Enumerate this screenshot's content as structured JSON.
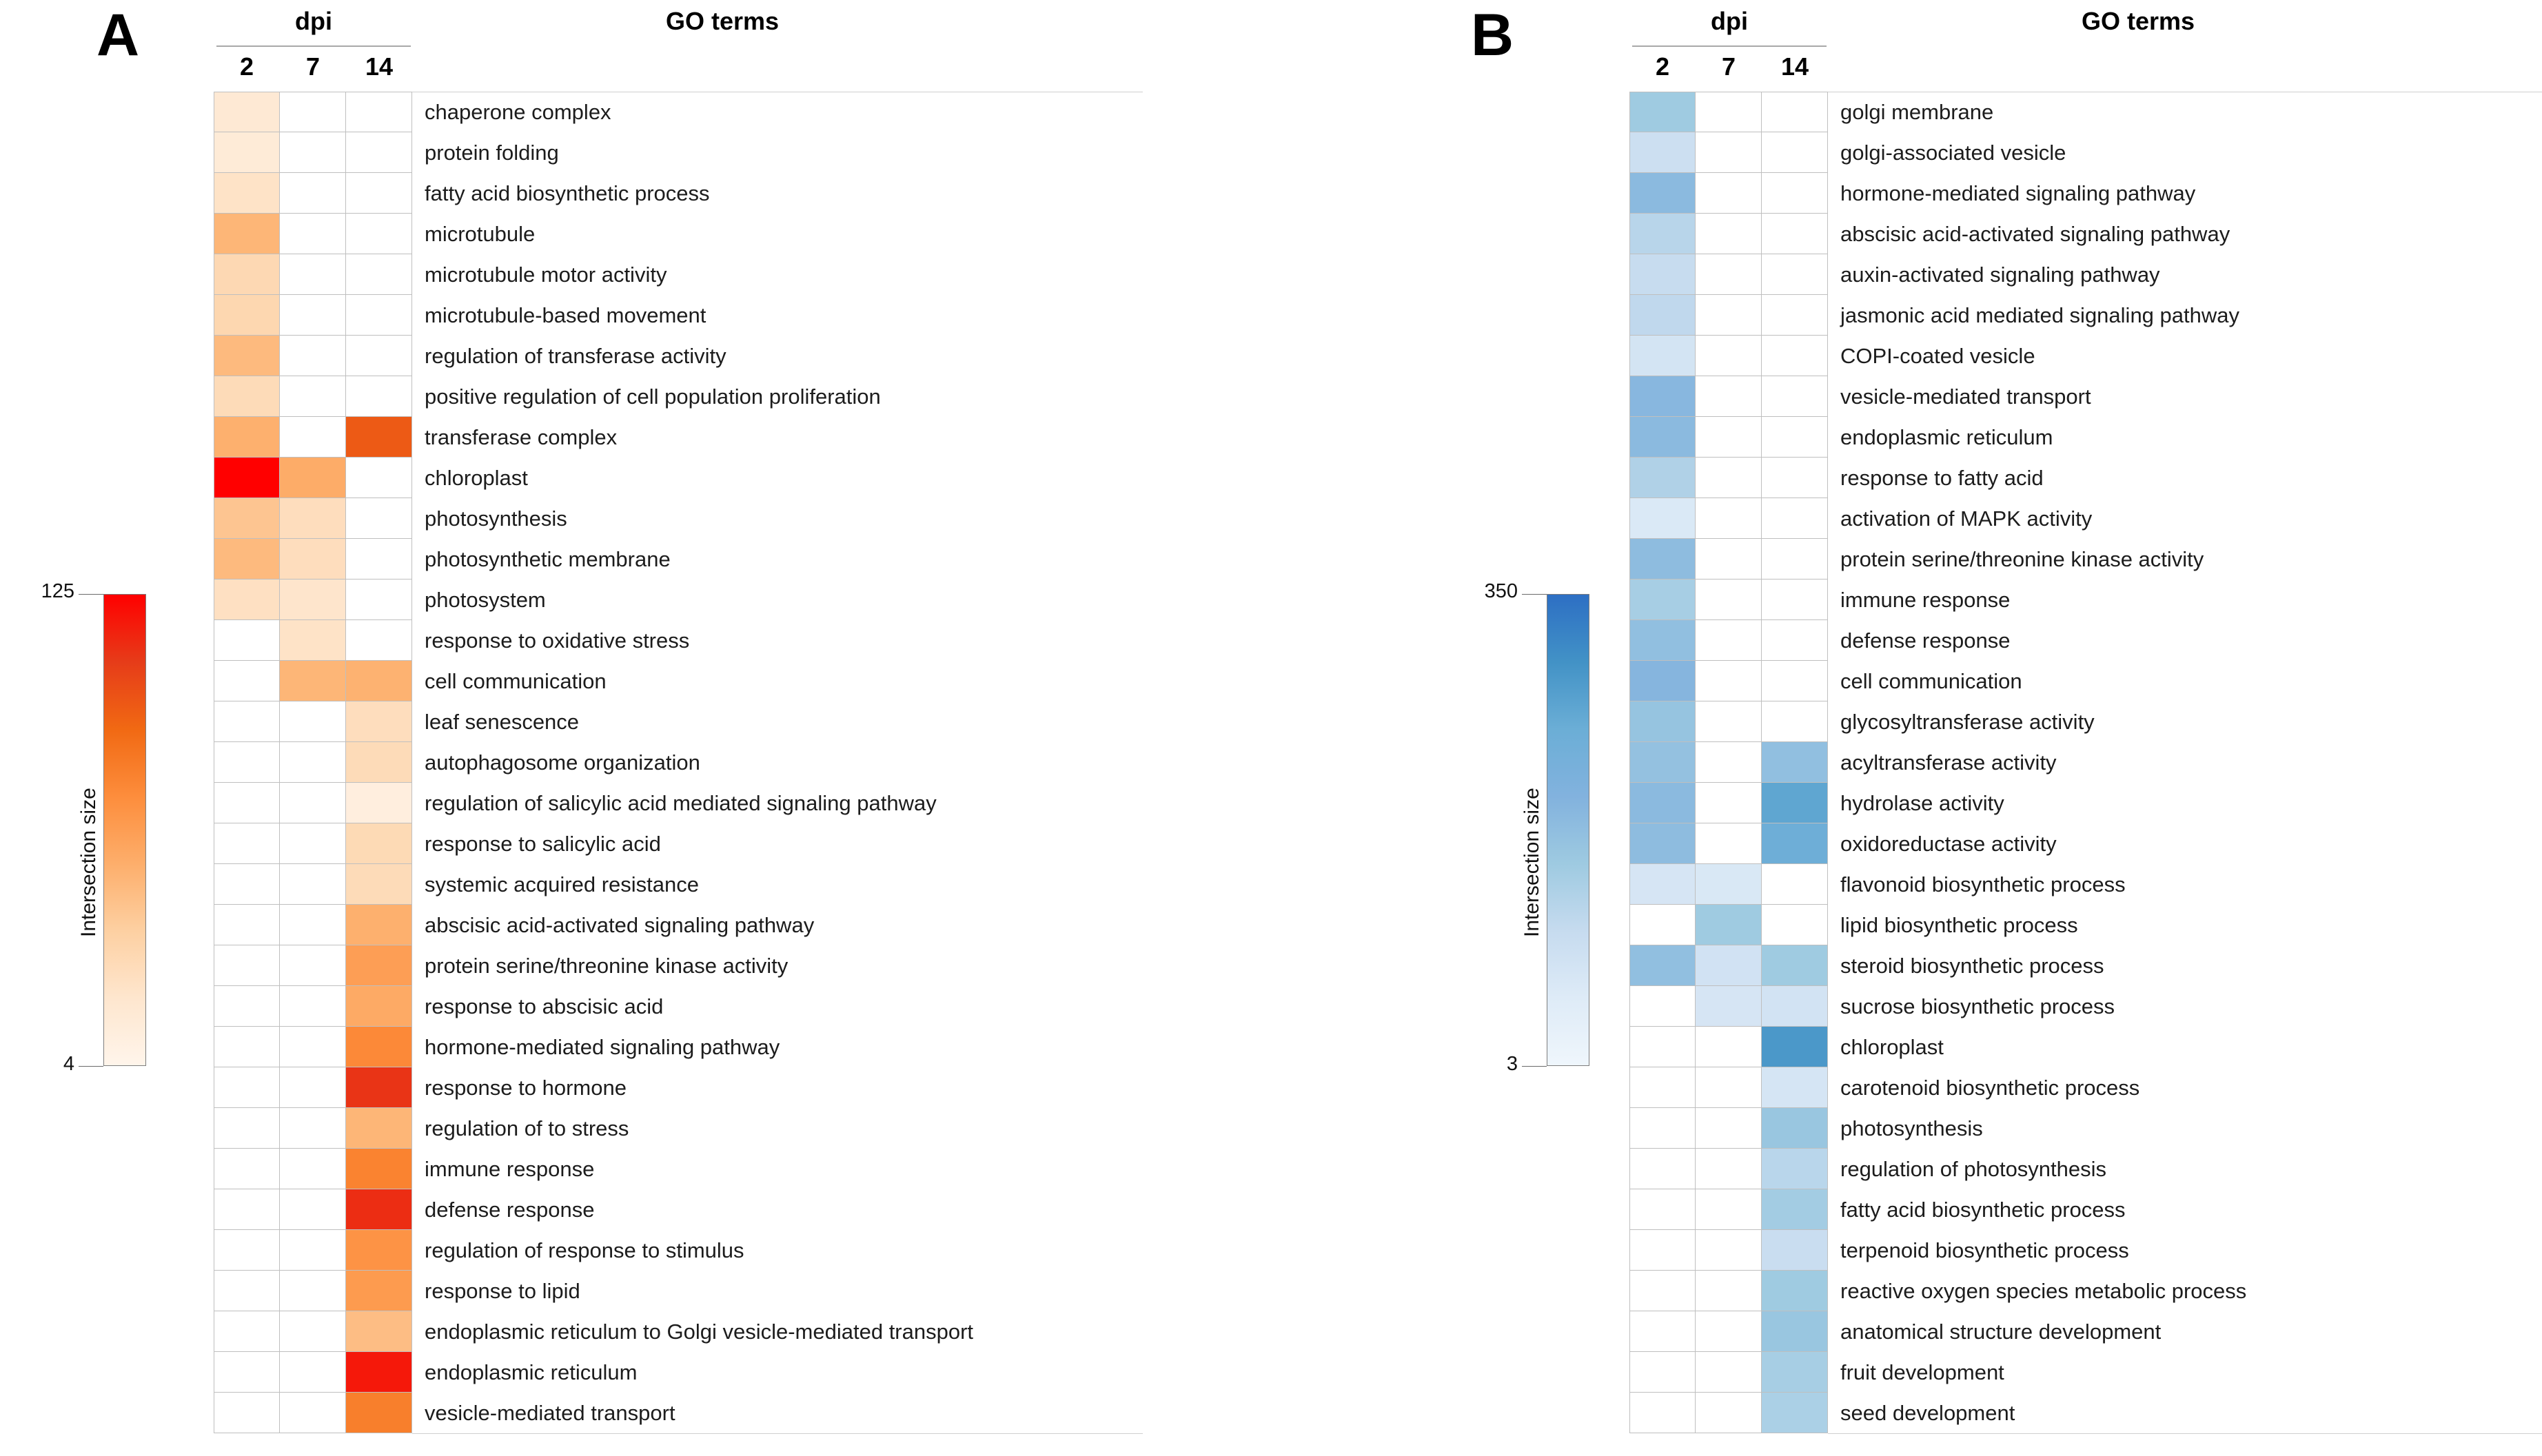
{
  "figure": {
    "panels": [
      {
        "letter": "A",
        "header": {
          "group_label": "dpi",
          "columns": [
            "2",
            "7",
            "14"
          ],
          "terms_label": "GO terms"
        },
        "legend": {
          "title": "Intersection size",
          "max": "125",
          "min": "4",
          "color_high": "#ff0000",
          "color_low": "#fff5eb"
        }
      },
      {
        "letter": "B",
        "header": {
          "group_label": "dpi",
          "columns": [
            "2",
            "7",
            "14"
          ],
          "terms_label": "GO terms"
        },
        "legend": {
          "title": "Intersection size",
          "max": "350",
          "min": "3",
          "color_high": "#2d6fc4",
          "color_low": "#eff6fc"
        }
      }
    ]
  },
  "chart_data": [
    {
      "type": "heatmap",
      "title": "A",
      "xlabel": "dpi",
      "ylabel": "GO terms",
      "categories": [
        "2",
        "7",
        "14"
      ],
      "colorbar": {
        "label": "Intersection size",
        "vmin": 4,
        "vmax": 125,
        "cmap": "Reds"
      },
      "rows": [
        {
          "term": "chaperone complex",
          "values": [
            18,
            null,
            null
          ]
        },
        {
          "term": "protein folding",
          "values": [
            16,
            null,
            null
          ]
        },
        {
          "term": "fatty acid biosynthetic process",
          "values": [
            24,
            null,
            null
          ]
        },
        {
          "term": "microtubule",
          "values": [
            52,
            null,
            null
          ]
        },
        {
          "term": "microtubule motor activity",
          "values": [
            32,
            null,
            null
          ]
        },
        {
          "term": "microtubule-based movement",
          "values": [
            33,
            null,
            null
          ]
        },
        {
          "term": "regulation of transferase  activity",
          "values": [
            50,
            null,
            null
          ]
        },
        {
          "term": "positive regulation of cell population proliferation",
          "values": [
            30,
            null,
            null
          ]
        },
        {
          "term": "transferase complex",
          "values": [
            55,
            null,
            96
          ]
        },
        {
          "term": "chloroplast",
          "values": [
            125,
            57,
            null
          ]
        },
        {
          "term": "photosynthesis",
          "values": [
            44,
            28,
            null
          ]
        },
        {
          "term": "photosynthetic membrane",
          "values": [
            50,
            28,
            null
          ]
        },
        {
          "term": "photosystem",
          "values": [
            26,
            22,
            null
          ]
        },
        {
          "term": "response to oxidative stress",
          "values": [
            null,
            24,
            null
          ]
        },
        {
          "term": "cell communication",
          "values": [
            null,
            52,
            54
          ]
        },
        {
          "term": "leaf senescence",
          "values": [
            null,
            null,
            28
          ]
        },
        {
          "term": "autophagosome organization",
          "values": [
            null,
            null,
            30
          ]
        },
        {
          "term": "regulation of salicylic acid mediated signaling pathway",
          "values": [
            null,
            null,
            12
          ]
        },
        {
          "term": "response to salicylic acid",
          "values": [
            null,
            null,
            31
          ]
        },
        {
          "term": "systemic acquired resistance",
          "values": [
            null,
            null,
            30
          ]
        },
        {
          "term": "abscisic acid-activated signaling pathway",
          "values": [
            null,
            null,
            55
          ]
        },
        {
          "term": "protein serine/threonine kinase activity",
          "values": [
            null,
            null,
            64
          ]
        },
        {
          "term": "response to abscisic acid",
          "values": [
            null,
            null,
            58
          ]
        },
        {
          "term": "hormone-mediated signaling pathway",
          "values": [
            null,
            null,
            75
          ]
        },
        {
          "term": "response to hormone",
          "values": [
            null,
            null,
            110
          ]
        },
        {
          "term": "regulation of to stress",
          "values": [
            null,
            null,
            52
          ]
        },
        {
          "term": "immune response",
          "values": [
            null,
            null,
            78
          ]
        },
        {
          "term": "defense response",
          "values": [
            null,
            null,
            112
          ]
        },
        {
          "term": "regulation of response to stimulus",
          "values": [
            null,
            null,
            70
          ]
        },
        {
          "term": "response to lipid",
          "values": [
            null,
            null,
            66
          ]
        },
        {
          "term": "endoplasmic reticulum to Golgi vesicle-mediated transport",
          "values": [
            null,
            null,
            48
          ]
        },
        {
          "term": "endoplasmic reticulum",
          "values": [
            null,
            null,
            118
          ]
        },
        {
          "term": "vesicle-mediated transport",
          "values": [
            null,
            null,
            80
          ]
        }
      ]
    },
    {
      "type": "heatmap",
      "title": "B",
      "xlabel": "dpi",
      "ylabel": "GO terms",
      "categories": [
        "2",
        "7",
        "14"
      ],
      "colorbar": {
        "label": "Intersection size",
        "vmin": 3,
        "vmax": 350,
        "cmap": "Blues"
      },
      "rows": [
        {
          "term": "golgi membrane",
          "values": [
            150,
            null,
            null
          ]
        },
        {
          "term": "golgi-associated vesicle",
          "values": [
            90,
            null,
            null
          ]
        },
        {
          "term": "hormone-mediated signaling pathway",
          "values": [
            185,
            null,
            null
          ]
        },
        {
          "term": "abscisic acid-activated signaling pathway",
          "values": [
            120,
            null,
            null
          ]
        },
        {
          "term": "auxin-activated signaling pathway",
          "values": [
            100,
            null,
            null
          ]
        },
        {
          "term": "jasmonic acid mediated signaling pathway",
          "values": [
            110,
            null,
            null
          ]
        },
        {
          "term": "COPI-coated vesicle",
          "values": [
            75,
            null,
            null
          ]
        },
        {
          "term": "vesicle-mediated transport",
          "values": [
            190,
            null,
            null
          ]
        },
        {
          "term": "endoplasmic reticulum",
          "values": [
            185,
            null,
            null
          ]
        },
        {
          "term": "response to fatty acid",
          "values": [
            130,
            null,
            null
          ]
        },
        {
          "term": "activation of MAPK activity",
          "values": [
            60,
            null,
            null
          ]
        },
        {
          "term": "protein serine/threonine kinase activity",
          "values": [
            180,
            null,
            null
          ]
        },
        {
          "term": "immune response",
          "values": [
            140,
            null,
            null
          ]
        },
        {
          "term": "defense response",
          "values": [
            175,
            null,
            null
          ]
        },
        {
          "term": "cell communication",
          "values": [
            195,
            null,
            null
          ]
        },
        {
          "term": "glycosyltransferase activity",
          "values": [
            165,
            null,
            null
          ]
        },
        {
          "term": "acyltransferase activity",
          "values": [
            170,
            null,
            175
          ]
        },
        {
          "term": "hydrolase activity",
          "values": [
            185,
            null,
            265
          ]
        },
        {
          "term": "oxidoreductase activity",
          "values": [
            180,
            null,
            245
          ]
        },
        {
          "term": "flavonoid biosynthetic process",
          "values": [
            70,
            62,
            null
          ]
        },
        {
          "term": "lipid biosynthetic process",
          "values": [
            null,
            150,
            null
          ]
        },
        {
          "term": "steroid biosynthetic process",
          "values": [
            175,
            80,
            150
          ]
        },
        {
          "term": "sucrose biosynthetic process",
          "values": [
            null,
            70,
            78
          ]
        },
        {
          "term": "chloroplast",
          "values": [
            null,
            null,
            290
          ]
        },
        {
          "term": "carotenoid biosynthetic process",
          "values": [
            null,
            null,
            72
          ]
        },
        {
          "term": "photosynthesis",
          "values": [
            null,
            null,
            160
          ]
        },
        {
          "term": "regulation of photosynthesis",
          "values": [
            null,
            null,
            118
          ]
        },
        {
          "term": "fatty acid biosynthetic process",
          "values": [
            null,
            null,
            145
          ]
        },
        {
          "term": "terpenoid biosynthetic process",
          "values": [
            null,
            null,
            95
          ]
        },
        {
          "term": "reactive oxygen species metabolic process",
          "values": [
            null,
            null,
            150
          ]
        },
        {
          "term": "anatomical structure development",
          "values": [
            null,
            null,
            160
          ]
        },
        {
          "term": "fruit development",
          "values": [
            null,
            null,
            140
          ]
        },
        {
          "term": "seed development",
          "values": [
            null,
            null,
            135
          ]
        }
      ]
    }
  ]
}
